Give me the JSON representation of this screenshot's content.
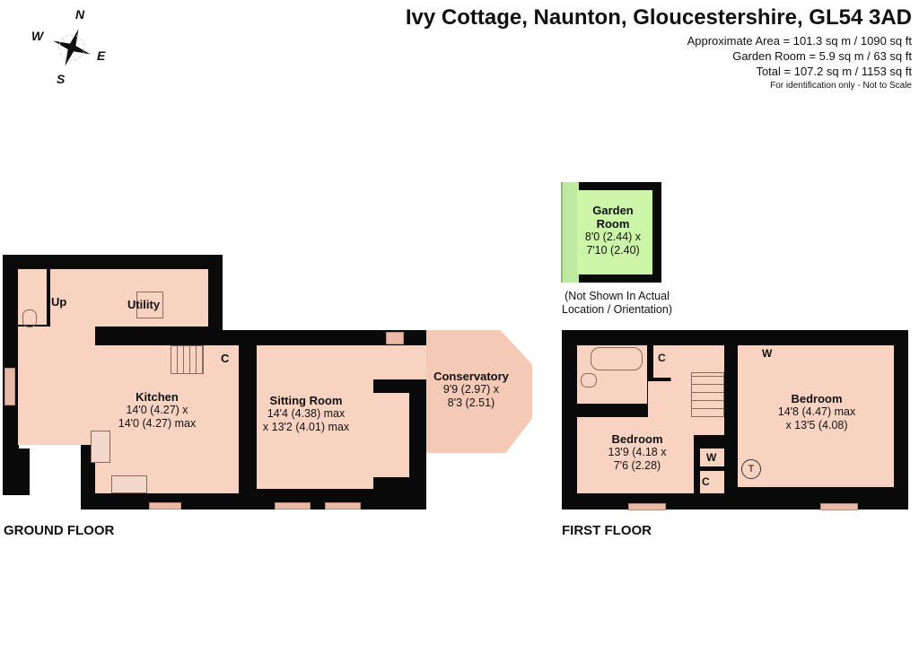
{
  "header": {
    "title": "Ivy Cottage, Naunton, Gloucestershire, GL54 3AD",
    "area_lines": [
      "Approximate Area = 101.3 sq m / 1090 sq ft",
      "Garden Room = 5.9 sq m / 63 sq ft",
      "Total = 107.2 sq m / 1153 sq ft"
    ],
    "disclaimer": "For identification only - Not to Scale"
  },
  "compass": {
    "n": "N",
    "e": "E",
    "s": "S",
    "w": "W"
  },
  "ground_floor": {
    "label": "GROUND FLOOR",
    "stairs_label": "Up",
    "cupboard_label": "C",
    "rooms": [
      {
        "name": "Utility",
        "dims": []
      },
      {
        "name": "Kitchen",
        "dims": [
          "14'0 (4.27) x",
          "14'0 (4.27) max"
        ]
      },
      {
        "name": "Sitting Room",
        "dims": [
          "14'4 (4.38) max",
          "x 13'2 (4.01) max"
        ]
      },
      {
        "name": "Conservatory",
        "dims": [
          "9'9 (2.97) x",
          "8'3 (2.51)"
        ]
      }
    ]
  },
  "garden_room": {
    "name": [
      "Garden",
      "Room"
    ],
    "dims": [
      "8'0 (2.44) x",
      "7'10 (2.40)"
    ],
    "note": [
      "(Not Shown In Actual",
      "Location / Orientation)"
    ]
  },
  "first_floor": {
    "label": "FIRST FLOOR",
    "markers": {
      "c1": "C",
      "w1": "W",
      "w2": "W",
      "c2": "C",
      "t": "T"
    },
    "rooms": [
      {
        "name": "Bedroom",
        "dims": [
          "13'9 (4.18 x",
          "7'6 (2.28)"
        ]
      },
      {
        "name": "Bedroom",
        "dims": [
          "14'8 (4.47) max",
          "x 13'5 (4.08)"
        ]
      }
    ]
  },
  "colors": {
    "wall": "#0a0a0a",
    "room": "#f9d3c2",
    "garden": "#ccf5a8"
  }
}
